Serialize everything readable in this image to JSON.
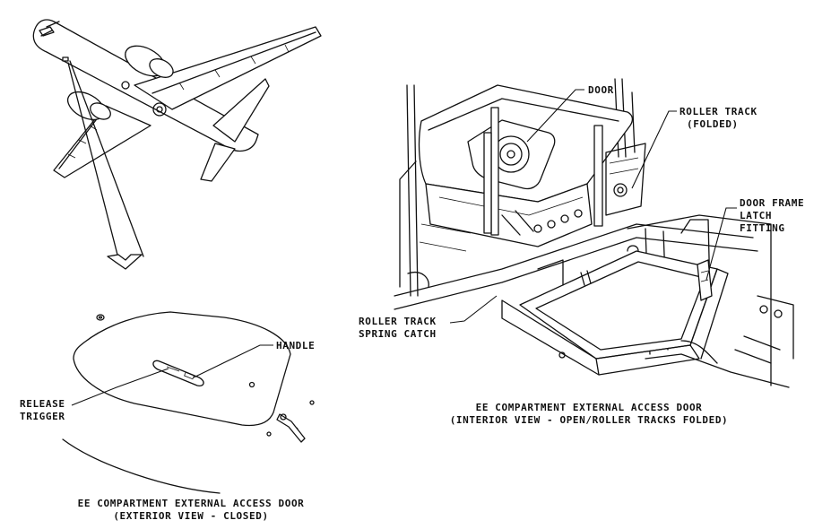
{
  "exterior_view": {
    "callouts": {
      "handle": "HANDLE",
      "release_trigger_line1": "RELEASE",
      "release_trigger_line2": "TRIGGER"
    },
    "caption_line1": "EE COMPARTMENT EXTERNAL ACCESS DOOR",
    "caption_line2": "(EXTERIOR VIEW - CLOSED)"
  },
  "interior_view": {
    "callouts": {
      "door": "DOOR",
      "roller_track_folded_line1": "ROLLER TRACK",
      "roller_track_folded_line2": "(FOLDED)",
      "door_frame_latch_line1": "DOOR FRAME",
      "door_frame_latch_line2": "LATCH",
      "door_frame_latch_line3": "FITTING",
      "roller_track_catch_line1": "ROLLER TRACK",
      "roller_track_catch_line2": "SPRING CATCH"
    },
    "caption_line1": "EE COMPARTMENT EXTERNAL ACCESS DOOR",
    "caption_line2": "(INTERIOR VIEW - OPEN/ROLLER TRACKS FOLDED)"
  }
}
